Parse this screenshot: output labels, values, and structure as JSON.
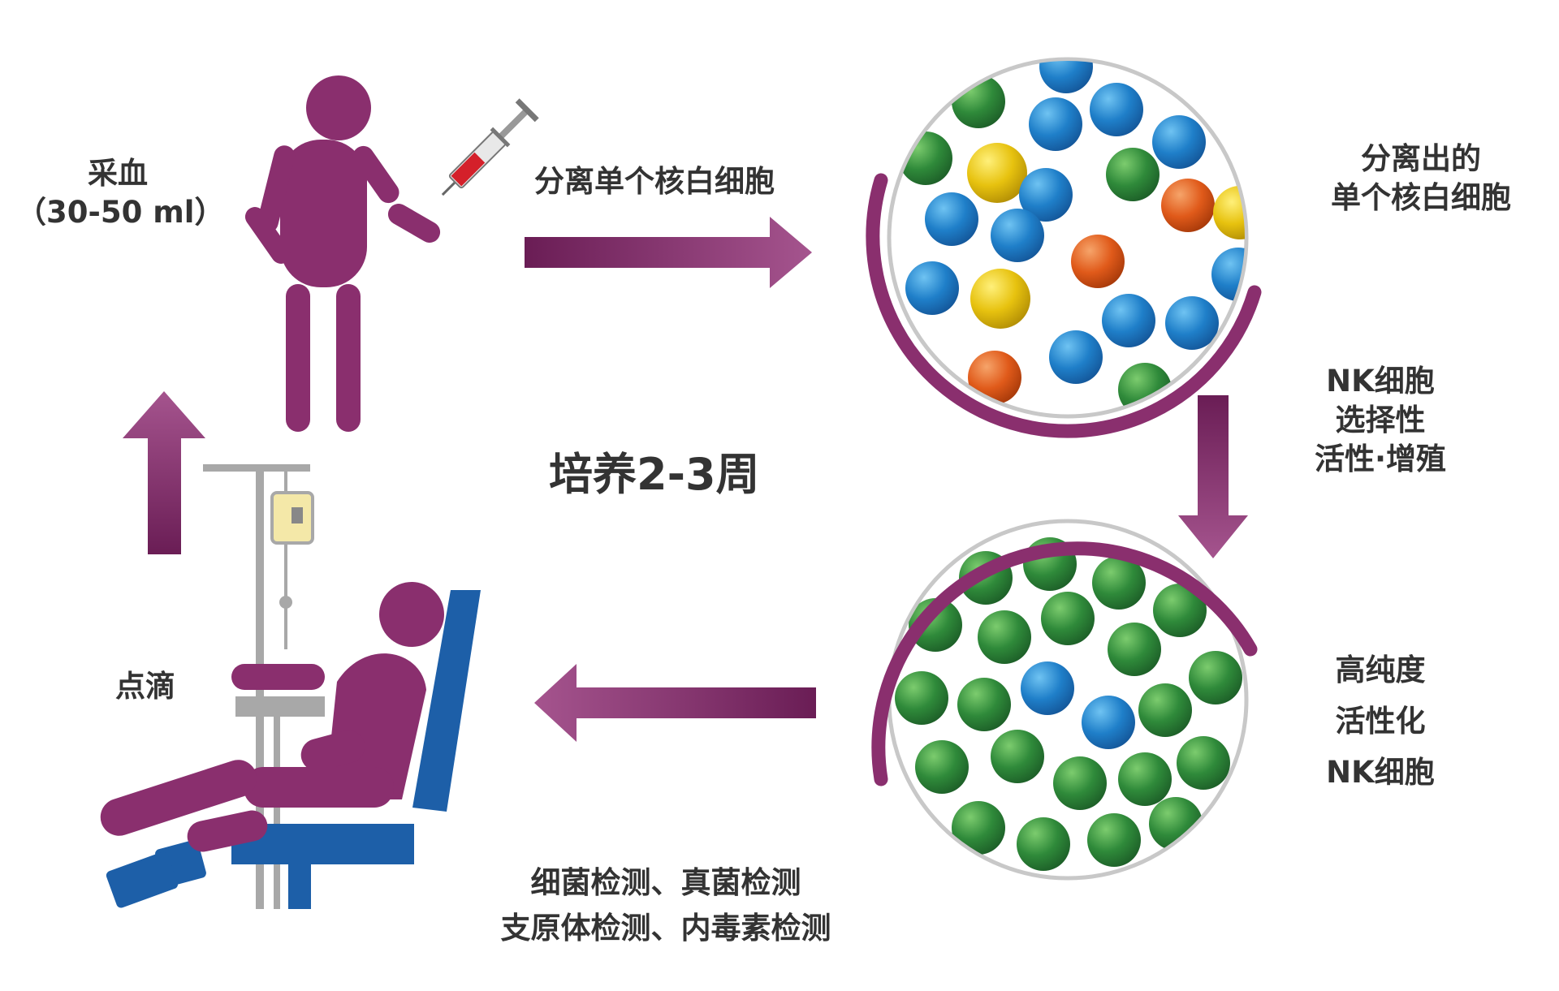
{
  "colors": {
    "purple": "#8a2f6e",
    "purple_dark": "#6a1d55",
    "blue_chair": "#1d5fa8",
    "cell_blue": "#1f7fc9",
    "cell_green": "#2f8a3a",
    "cell_yellow": "#e7c20f",
    "cell_orange": "#e05a1a",
    "text": "#333333"
  },
  "steps": {
    "blood_draw": {
      "line1": "采血",
      "line2": "（30-50 ml）"
    },
    "separate": {
      "label": "分离单个核白细胞"
    },
    "separated": {
      "line1": "分离出的",
      "line2": "单个核白细胞"
    },
    "nk_selective": {
      "line1": "NK细胞",
      "line2": "选择性",
      "line3": "活性·增殖"
    },
    "culture": {
      "label": "培养2-3周"
    },
    "high_purity": {
      "line1": "高纯度",
      "line2": "活性化",
      "line3": "NK细胞"
    },
    "testing": {
      "line1": "细菌检测、真菌检测",
      "line2": "支原体检测、内毒素检测"
    },
    "infusion": {
      "label": "点滴"
    }
  },
  "icons": {
    "person": "person-standing-icon",
    "syringe": "syringe-icon",
    "iv": "iv-drip-icon",
    "chair": "recliner-chair-icon"
  }
}
